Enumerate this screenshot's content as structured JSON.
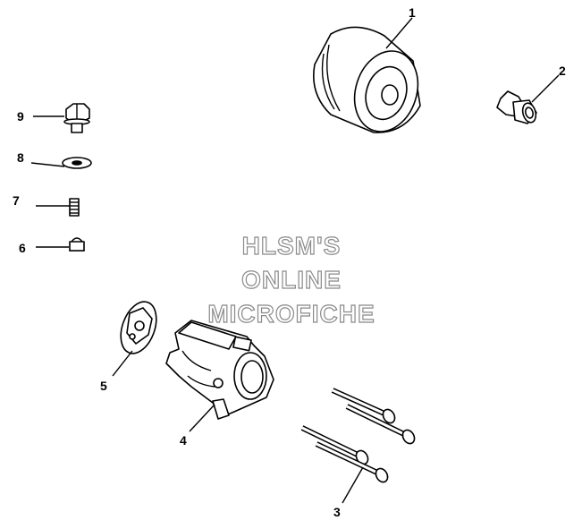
{
  "watermark": [
    "HLSM'S",
    "ONLINE",
    "MICROFICHE"
  ],
  "callouts": [
    "1",
    "2",
    "3",
    "4",
    "5",
    "6",
    "7",
    "8",
    "9"
  ],
  "parts": [
    {
      "callout": "1",
      "icon": "roller-cylinder-icon"
    },
    {
      "callout": "2",
      "icon": "fitting-icon"
    },
    {
      "callout": "3",
      "icon": "bolts-icon"
    },
    {
      "callout": "4",
      "icon": "pump-housing-icon"
    },
    {
      "callout": "5",
      "icon": "rotor-gear-icon"
    },
    {
      "callout": "6",
      "icon": "pin-icon"
    },
    {
      "callout": "7",
      "icon": "spring-icon"
    },
    {
      "callout": "8",
      "icon": "washer-icon"
    },
    {
      "callout": "9",
      "icon": "hex-bolt-icon"
    }
  ]
}
